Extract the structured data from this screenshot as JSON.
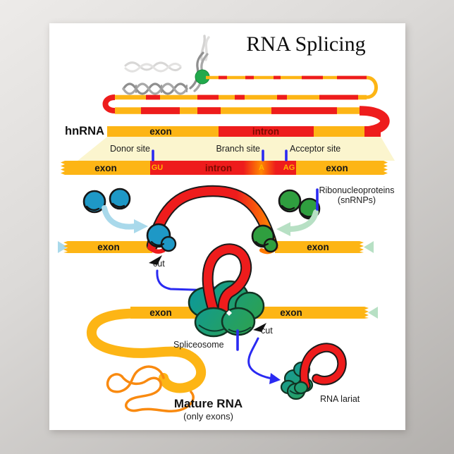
{
  "poster": {
    "title": "RNA Splicing",
    "hnrna": {
      "label": "hnRNA",
      "exon": "exon",
      "intron": "intron"
    },
    "detail_bar": {
      "donor_site": "Donor site",
      "branch_site": "Branch site",
      "acceptor_site": "Acceptor site",
      "exon_left": "exon",
      "gu": "GU",
      "intron": "intron",
      "a": "A",
      "ag": "AG",
      "exon_right": "exon"
    },
    "snrnp": {
      "line1": "Ribonucleoproteins",
      "line2": "(snRNPs)"
    },
    "cut_row": {
      "exon_left": "exon",
      "exon_right": "exon",
      "cut": "cut"
    },
    "spliceosome_row": {
      "exon_left": "exon",
      "exon_right": "exon",
      "spliceosome": "Spliceosome",
      "cut": "cut"
    },
    "mature_rna": {
      "title": "Mature RNA",
      "subtitle": "(only exons)"
    },
    "rna_lariat": {
      "label": "RNA lariat"
    },
    "colors": {
      "exon_gold": "#fdb515",
      "intron_red": "#ee1c1c",
      "snrnp_blue": "#1e98c6",
      "snrnp_green": "#2f9e3f",
      "spliceosome_teal": "#0e9a96",
      "spliceosome_green": "#2fa24a",
      "marker_blue": "#2a2af2",
      "arrow_light_blue": "#a9d9eb",
      "arrow_light_green": "#b7e0c4",
      "beam_yellow": "#fbf5ce"
    }
  }
}
